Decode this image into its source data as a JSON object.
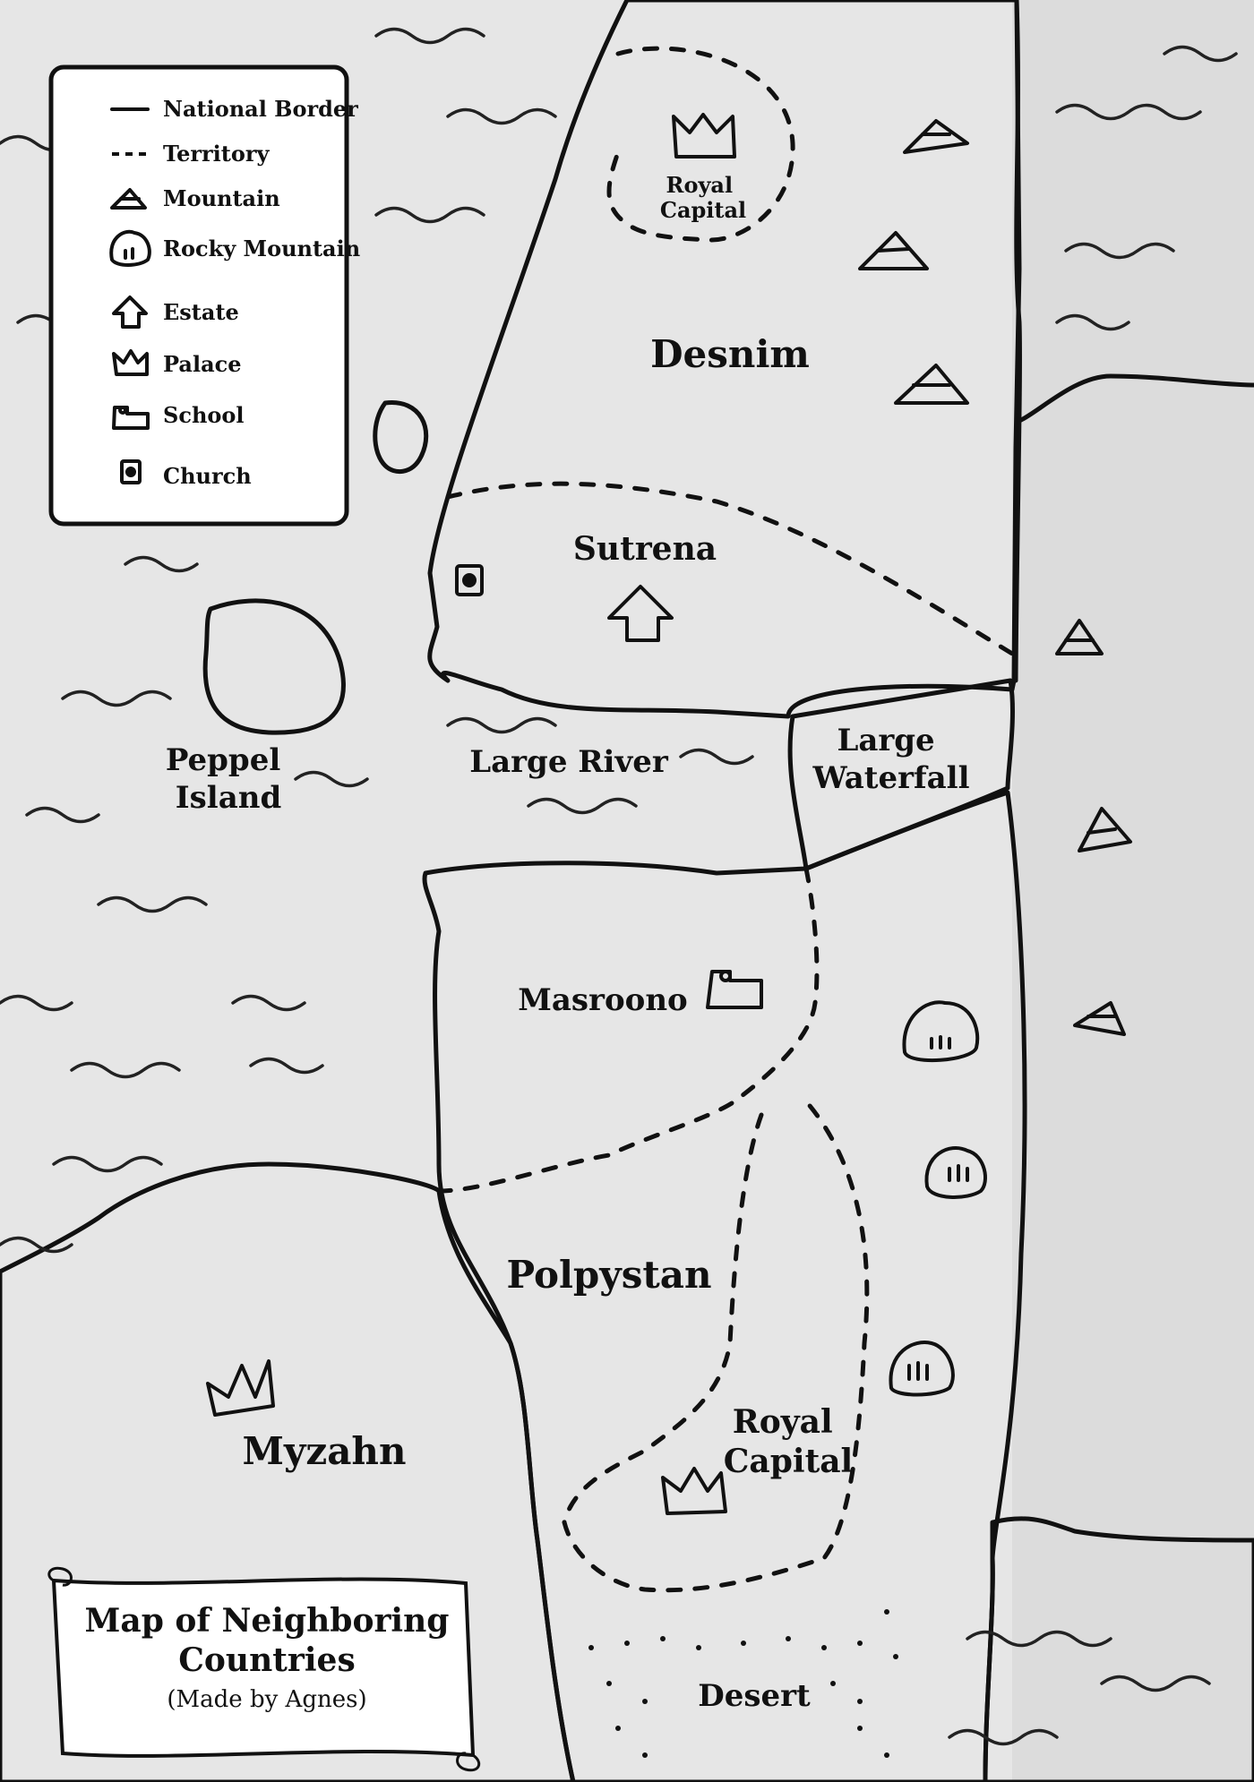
{
  "legend": {
    "items": [
      {
        "label": "National Border",
        "icon": "solid-line-icon"
      },
      {
        "label": "Territory",
        "icon": "dashed-line-icon"
      },
      {
        "label": "Mountain",
        "icon": "mountain-icon"
      },
      {
        "label": "Rocky Mountain",
        "icon": "rocky-mountain-icon"
      },
      {
        "label": "Estate",
        "icon": "estate-icon"
      },
      {
        "label": "Palace",
        "icon": "palace-icon"
      },
      {
        "label": "School",
        "icon": "school-icon"
      },
      {
        "label": "Church",
        "icon": "church-icon"
      }
    ]
  },
  "regions": {
    "desnim": "Desnim",
    "royal_capital_north_line1": "Royal",
    "royal_capital_north_line2": "Capital",
    "sutrena": "Sutrena",
    "peppel_line1": "Peppel",
    "peppel_line2": "Island",
    "large_river": "Large River",
    "waterfall_line1": "Large",
    "waterfall_line2": "Waterfall",
    "masroono": "Masroono",
    "polpystan": "Polpystan",
    "royal_capital_south_line1": "Royal",
    "royal_capital_south_line2": "Capital",
    "myzahn": "Myzahn",
    "desert": "Desert"
  },
  "scroll": {
    "title_line1": "Map of Neighboring",
    "title_line2": "Countries",
    "subtitle": "(Made by Agnes)"
  },
  "colors": {
    "water": "#e6e6e6",
    "land": "#ffffff",
    "ink": "#111111"
  }
}
